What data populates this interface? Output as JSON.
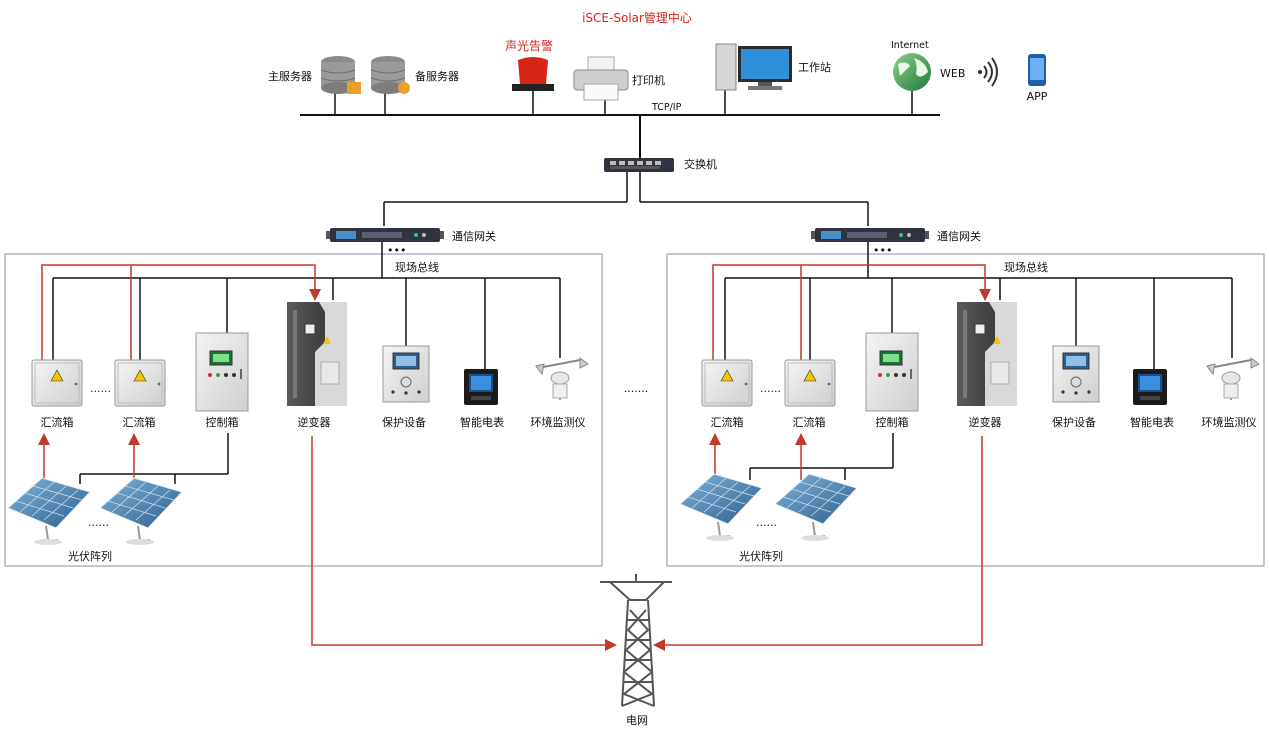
{
  "title": "iSCE-Solar管理中心",
  "top": {
    "main_server": "主服务器",
    "backup_server": "备服务器",
    "alarm": "声光告警",
    "printer": "打印机",
    "workstation": "工作站",
    "internet": "Internet",
    "web": "WEB",
    "app": "APP",
    "protocol": "TCP/IP",
    "switch": "交换机"
  },
  "gateway_label": "通信网关",
  "gateway_dots": "•••",
  "fieldbus_label": "现场总线",
  "devices": {
    "combiner": "汇流箱",
    "control": "控制箱",
    "inverter": "逆变器",
    "protection": "保护设备",
    "meter": "智能电表",
    "env_monitor": "环境监测仪"
  },
  "ellipsis_small": "......",
  "ellipsis_big": ".......",
  "pv_array": "光伏阵列",
  "grid": "电网",
  "colors": {
    "title_red": "#d9241b",
    "power_line": "#c0392b",
    "bus_line": "#111111",
    "frame": "#8a8fa3"
  }
}
